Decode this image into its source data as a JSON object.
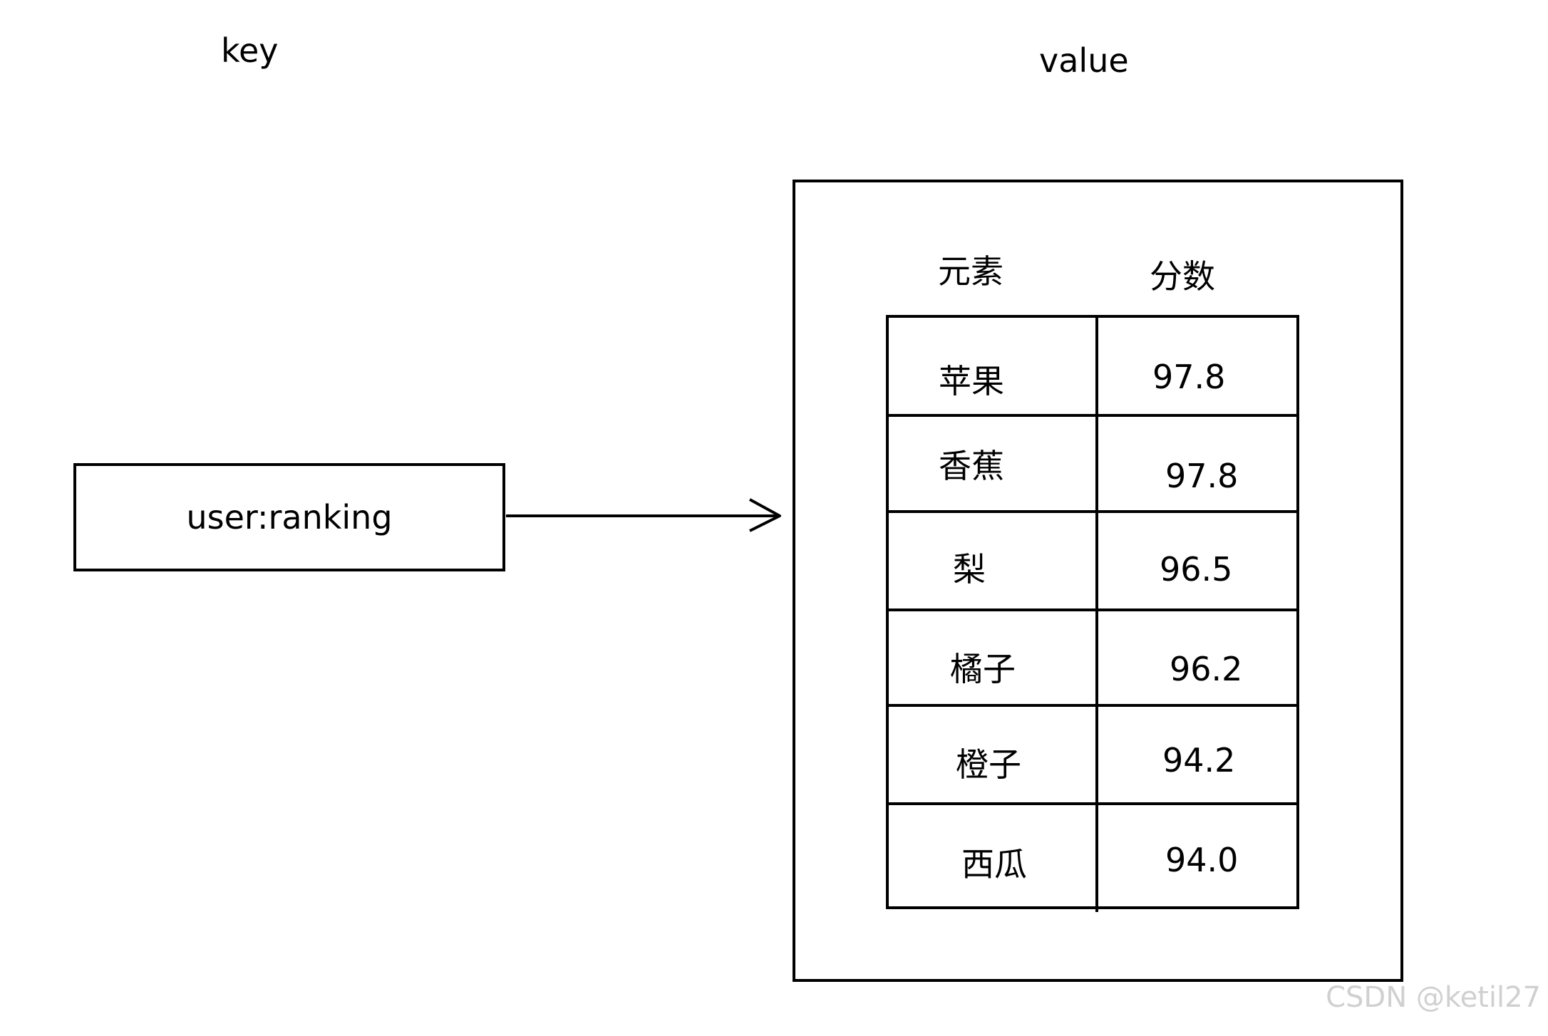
{
  "key_label": "key",
  "value_label": "value",
  "key_box_text": "user:ranking",
  "table": {
    "header_element": "元素",
    "header_score": "分数",
    "rows": [
      {
        "element": "苹果",
        "score": "97.8"
      },
      {
        "element": "香蕉",
        "score": "97.8"
      },
      {
        "element": "梨",
        "score": "96.5"
      },
      {
        "element": "橘子",
        "score": "96.2"
      },
      {
        "element": "橙子",
        "score": "94.2"
      },
      {
        "element": "西瓜",
        "score": "94.0"
      }
    ]
  },
  "watermark": "CSDN @ketil27"
}
